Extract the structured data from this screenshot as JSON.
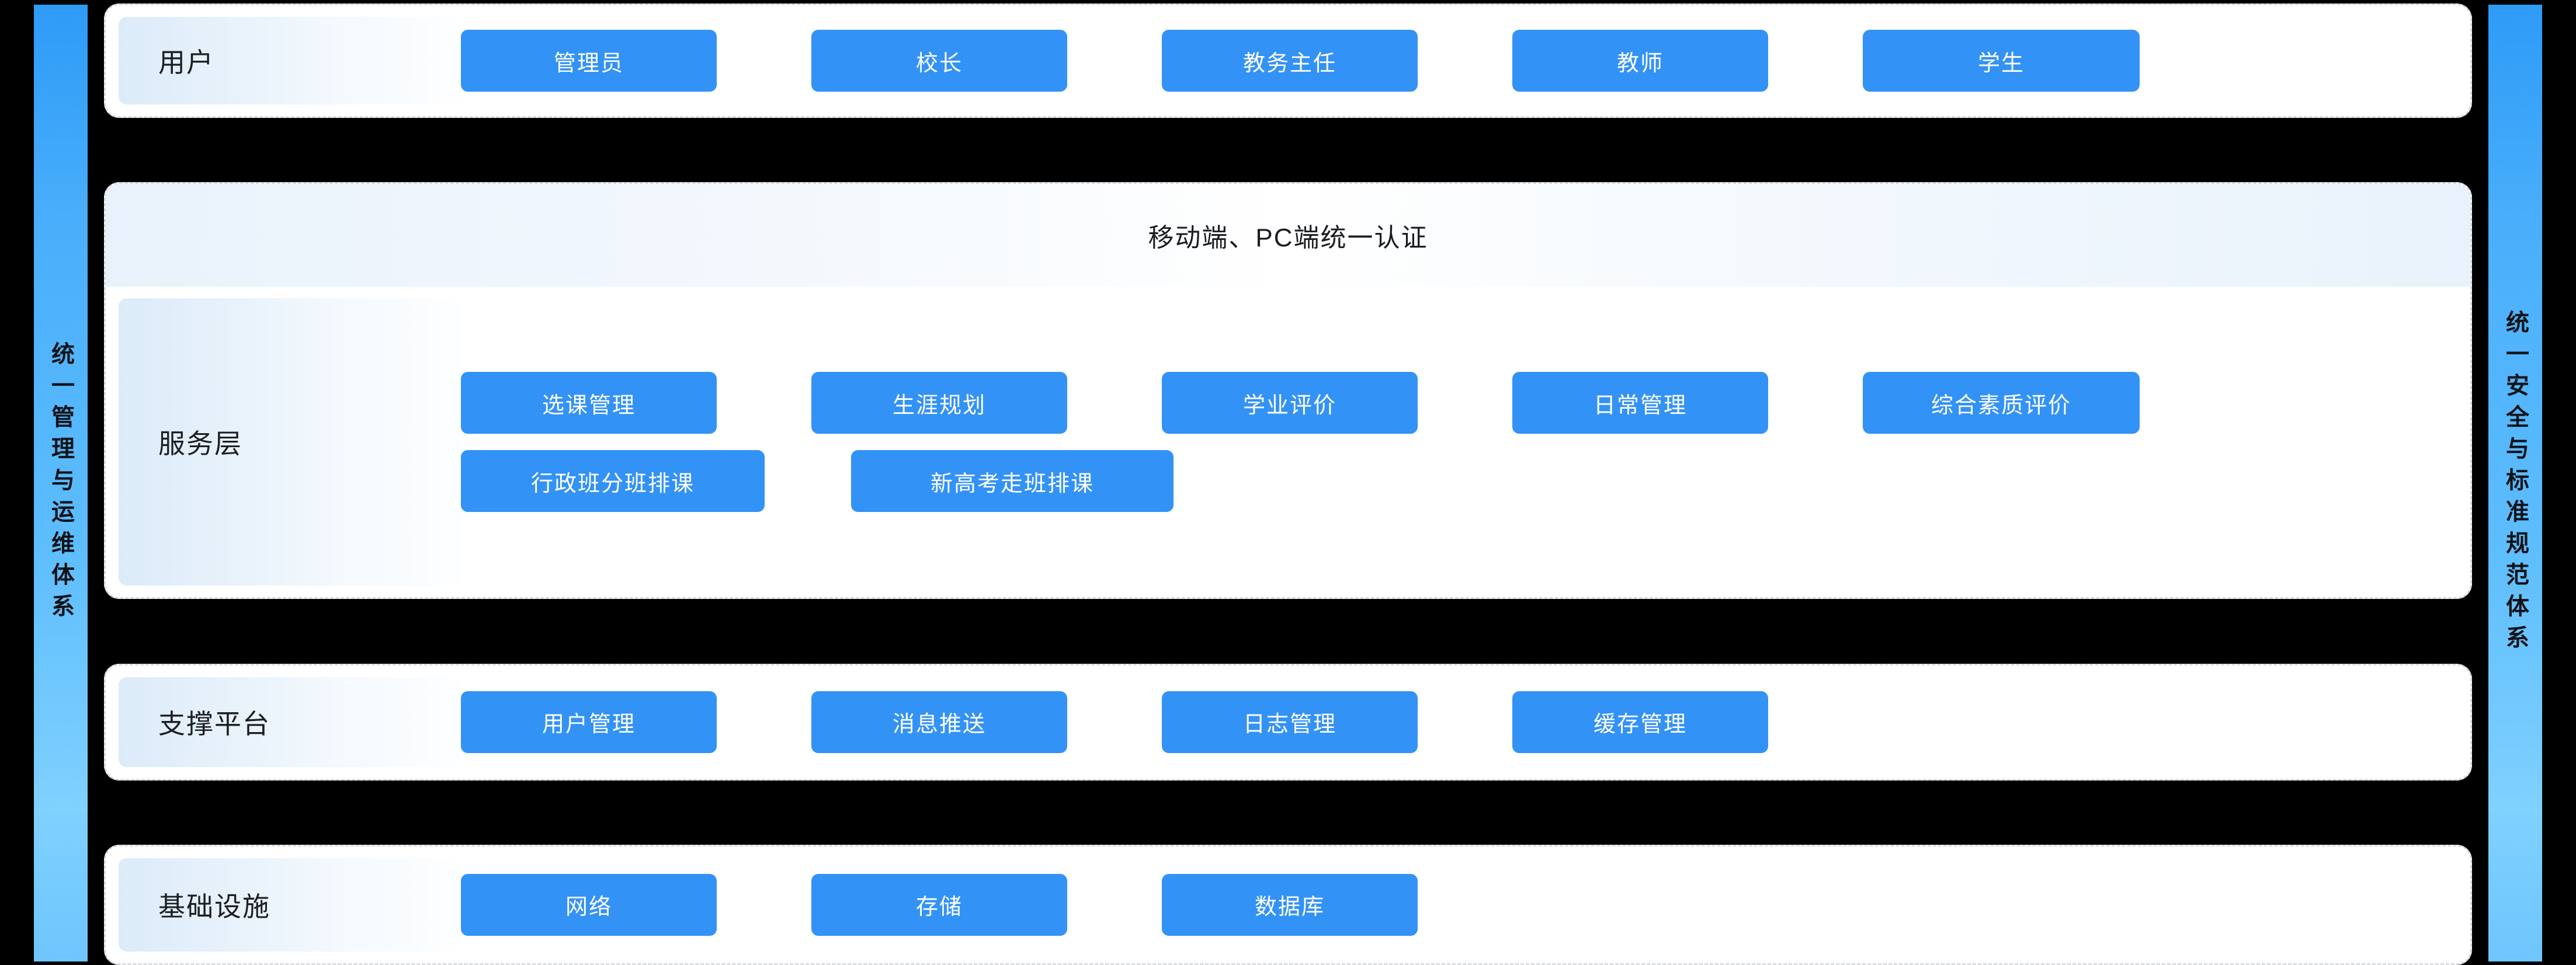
{
  "side_bands": {
    "left": {
      "text": "统一管理与运维体系"
    },
    "right": {
      "text": "统一安全与标准规范体系"
    }
  },
  "colors": {
    "background": "#000000",
    "band_blue": "#49aefb",
    "chip_blue": "#3392f5",
    "card_white": "#ffffff",
    "card_border": "#d8dade",
    "label_gradient_start": "#dcebf9",
    "label_gradient_end": "#ffffff",
    "text_dark": "#1c1e23",
    "chip_text": "#ffffff"
  },
  "layers": [
    {
      "id": "users",
      "label": "用户",
      "banner": null,
      "rows": [
        [
          "管理员",
          "校长",
          "教务主任",
          "教师",
          "学生"
        ]
      ]
    },
    {
      "id": "service",
      "label": "服务层",
      "banner": "移动端、PC端统一认证",
      "rows": [
        [
          "选课管理",
          "生涯规划",
          "学业评价",
          "日常管理",
          "综合素质评价"
        ],
        [
          "行政班分班排课",
          "新高考走班排课"
        ]
      ]
    },
    {
      "id": "support",
      "label": "支撑平台",
      "banner": null,
      "rows": [
        [
          "用户管理",
          "消息推送",
          "日志管理",
          "缓存管理"
        ]
      ]
    },
    {
      "id": "infrastructure",
      "label": "基础设施",
      "banner": null,
      "rows": [
        [
          "网络",
          "存储",
          "数据库"
        ]
      ]
    }
  ]
}
